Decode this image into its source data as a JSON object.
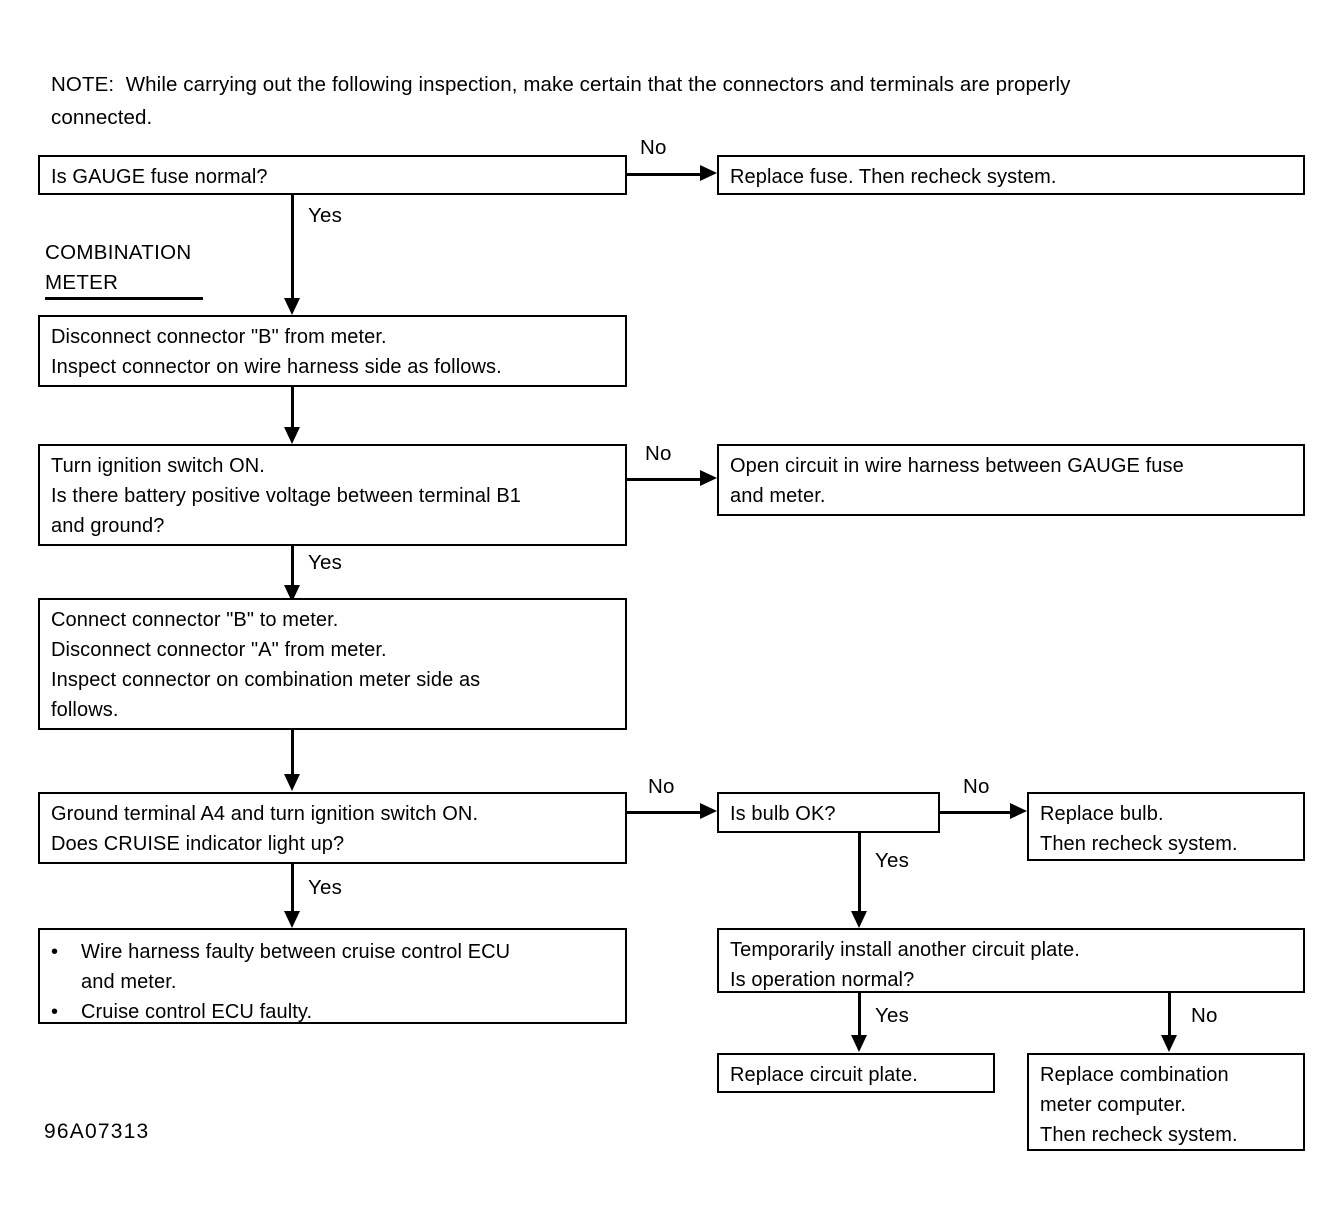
{
  "document": {
    "note_label": "NOTE:",
    "note_text": "NOTE:  While carrying out the following inspection, make certain that the connectors and terminals are properly\nconnected.",
    "footer_code": "96A07313"
  },
  "section": {
    "heading_line1": "COMBINATION",
    "heading_line2": "METER"
  },
  "nodes": {
    "gauge_fuse": {
      "id": "is-gauge-fuse-normal",
      "lines": [
        "Is GAUGE fuse normal?"
      ]
    },
    "replace_fuse": {
      "id": "replace-fuse",
      "lines": [
        "Replace fuse. Then recheck system."
      ]
    },
    "disconnect_b": {
      "id": "disconnect-connector-b",
      "lines": [
        "Disconnect connector \"B\" from meter.",
        "Inspect connector on wire harness side as follows."
      ]
    },
    "ignition_b1": {
      "id": "ignition-on-check-b1",
      "lines": [
        "Turn ignition switch ON.",
        "Is there battery positive voltage between terminal B1",
        "and ground?"
      ]
    },
    "open_circuit": {
      "id": "open-circuit-gauge-fuse",
      "lines": [
        "Open circuit in wire harness between GAUGE fuse",
        "and meter."
      ]
    },
    "connect_b_disconnect_a": {
      "id": "connect-b-disconnect-a",
      "lines": [
        "Connect connector \"B\" to meter.",
        "Disconnect connector \"A\" from meter.",
        "Inspect connector on combination meter side as",
        "follows."
      ]
    },
    "ground_a4": {
      "id": "ground-terminal-a4",
      "lines": [
        "Ground terminal A4 and turn ignition switch ON.",
        "Does CRUISE indicator light up?"
      ]
    },
    "is_bulb_ok": {
      "id": "is-bulb-ok",
      "lines": [
        "Is bulb OK?"
      ]
    },
    "replace_bulb": {
      "id": "replace-bulb",
      "lines": [
        "Replace bulb.",
        "Then recheck system."
      ]
    },
    "harness_faulty": {
      "id": "harness-or-ecu-faulty",
      "bullet_char": "•",
      "bullets": [
        "Wire harness faulty between cruise control ECU\nand meter.",
        "Cruise control ECU faulty."
      ]
    },
    "temp_circuit_plate": {
      "id": "temporarily-install-circuit-plate",
      "lines": [
        "Temporarily install another circuit plate.",
        "Is operation normal?"
      ]
    },
    "replace_circuit_plate": {
      "id": "replace-circuit-plate",
      "lines": [
        "Replace circuit plate."
      ]
    },
    "replace_meter_computer": {
      "id": "replace-combination-meter-computer",
      "lines": [
        "Replace combination",
        "meter computer.",
        "Then recheck system."
      ]
    }
  },
  "edges": {
    "gauge_fuse_no": "No",
    "gauge_fuse_yes": "Yes",
    "ignition_b1_no": "No",
    "ignition_b1_yes": "Yes",
    "ground_a4_no": "No",
    "ground_a4_yes": "Yes",
    "is_bulb_ok_no": "No",
    "is_bulb_ok_yes": "Yes",
    "temp_plate_yes": "Yes",
    "temp_plate_no": "No"
  },
  "colors": {
    "ink": "#000000",
    "paper": "#ffffff"
  }
}
